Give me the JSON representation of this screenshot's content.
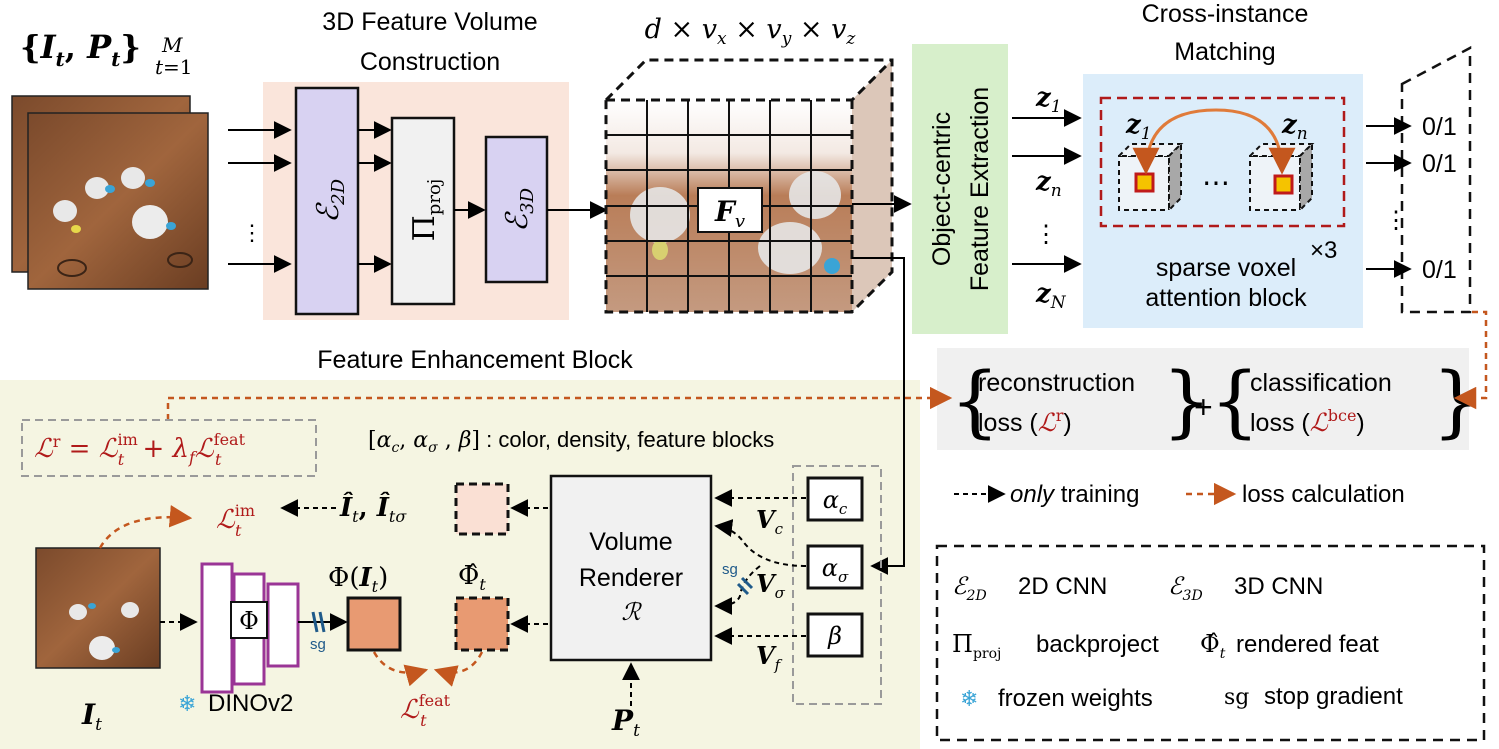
{
  "inputs": {
    "set_label": "{I_t, P_t}^M_{t=1}"
  },
  "feature_volume": {
    "title_line1": "3D Feature Volume",
    "title_line2": "Construction",
    "enc2d": "ℰ_2D",
    "proj": "Π_proj",
    "enc3d": "ℰ_3D"
  },
  "volume": {
    "dims": "d × v_x × v_y × v_z",
    "feature": "F_v"
  },
  "extraction": {
    "line1": "Object-centric",
    "line2": "Feature Extraction"
  },
  "z_labels": [
    "z_1",
    "z_n",
    "⋮",
    "z_N"
  ],
  "matching": {
    "title_line1": "Cross-instance",
    "title_line2": "Matching",
    "zi": "z_1",
    "zn": "z_n",
    "dots": "⋯",
    "repeat": "×3",
    "block_line1": "sparse voxel",
    "block_line2": "attention block"
  },
  "outputs": [
    "0/1",
    "0/1",
    "⋮",
    "0/1"
  ],
  "loss": {
    "rec_line1": "reconstruction",
    "rec_line2": "loss (",
    "rec_sym": "ℒ^r",
    "plus": "+",
    "cls_line1": "classification",
    "cls_line2": "loss (",
    "cls_sym": "ℒ^bce",
    "close": ")"
  },
  "enhancement": {
    "title": "Feature Enhancement Block",
    "loss_formula": "ℒ^r = ℒ_t^im + λ_f ℒ_t^feat",
    "blocks_note": "[α_c, α_σ, β] : color, density, feature blocks",
    "l_im": "ℒ_t^im",
    "rendered_images": "Î_t, Î_tσ",
    "phi_label": "Φ(I_t)",
    "phi_hat_label": "Φ̂_t",
    "phi": "Φ",
    "sg": "sg",
    "renderer_line1": "Volume",
    "renderer_line2": "Renderer",
    "renderer_sym": "ℛ",
    "v_c": "V_c",
    "v_sigma": "V_σ",
    "v_f": "V_f",
    "alpha_c": "α_c",
    "alpha_sigma": "α_σ",
    "beta": "β",
    "dinov2": "DINOv2",
    "image_label": "I_t",
    "pose_label": "P_t",
    "l_feat": "ℒ_t^feat"
  },
  "legend_top": {
    "training_prefix": "only",
    "training_suffix": " training",
    "loss_calc": "loss calculation"
  },
  "legend_box": {
    "items": [
      {
        "sym": "ℰ_2D",
        "text": "2D CNN"
      },
      {
        "sym": "ℰ_3D",
        "text": "3D CNN"
      },
      {
        "sym": "Π_proj",
        "text": "backproject"
      },
      {
        "sym": "Φ̂_t",
        "text": "rendered feat"
      },
      {
        "sym": "❄",
        "text": "frozen weights"
      },
      {
        "sym": "sg",
        "text": "stop gradient"
      }
    ]
  },
  "colors": {
    "encoder_fill": "#d8d2f2",
    "construction_bg": "#fae5db",
    "extraction_bg": "#d7efcb",
    "matching_bg": "#dcedfa",
    "enhancement_bg": "#f5f5e2",
    "loss_arrow": "#c4571e",
    "red_text": "#b01a1a",
    "dino": "#9a3596",
    "feat_fill": "#e89a72",
    "loss_bg": "#f0f0f0"
  }
}
